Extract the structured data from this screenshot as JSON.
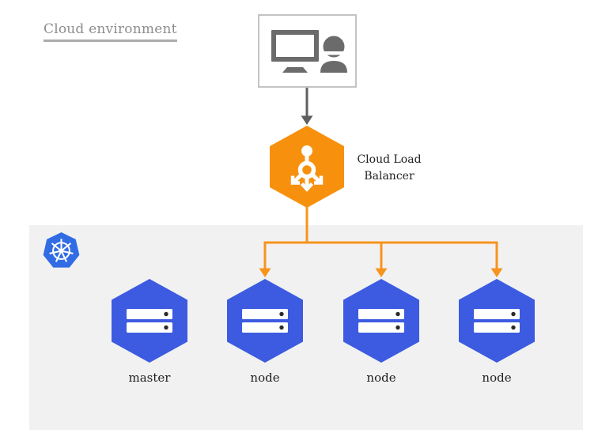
{
  "page": {
    "title": "Cloud environment"
  },
  "colors": {
    "title_gray": "#8E8E8E",
    "underline_gray": "#ACACAC",
    "client_box_border": "#C3C3C3",
    "icon_gray": "#6B6B6B",
    "connector_gray": "#5F5F5F",
    "load_balancer_orange": "#F7910D",
    "node_blue": "#3C5BE0",
    "kubernetes_blue": "#326CE5",
    "panel_background": "#F1F1F2",
    "label_dark": "#212121"
  },
  "client": {
    "icon": "monitor-user-icon"
  },
  "load_balancer": {
    "label": "Cloud Load Balancer",
    "icon": "load-balancer-icon"
  },
  "kubernetes_panel": {
    "logo_icon": "kubernetes-helm-icon",
    "nodes": [
      {
        "label": "master",
        "icon": "server-icon"
      },
      {
        "label": "node",
        "icon": "server-icon"
      },
      {
        "label": "node",
        "icon": "server-icon"
      },
      {
        "label": "node",
        "icon": "server-icon"
      }
    ]
  }
}
